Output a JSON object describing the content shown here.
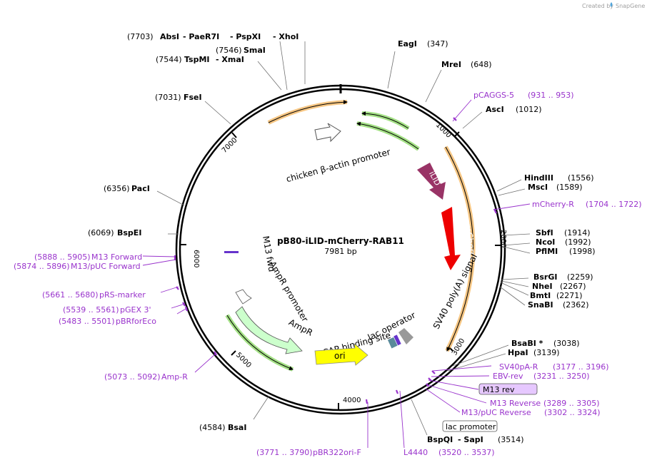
{
  "credit": {
    "prefix": "Created by",
    "brand": "SnapGene"
  },
  "plasmid": {
    "name": "pB80-iLID-mCherry-RAB11",
    "size": "7981 bp"
  },
  "ticks": [
    "1000",
    "2000",
    "3000",
    "4000",
    "5000",
    "6000",
    "7000"
  ],
  "features": {
    "chicken_actin": "chicken β-actin promoter",
    "ilid": "iLID",
    "mcherry": "mCherry",
    "sv40": "SV40 poly(A) signal",
    "lac_operator": "lac operator",
    "cap": "CAP binding site",
    "ori": "ori",
    "ampr": "AmpR",
    "ampr_promoter": "AmpR promoter",
    "m13fwd": "M13 fwd"
  },
  "enzymes": [
    {
      "pos": "(7703)",
      "name": "AbsI",
      "extra": [
        " - PaeR7I",
        " - PspXI",
        " - XhoI"
      ]
    },
    {
      "pos": "(7546)",
      "name": "SmaI"
    },
    {
      "pos": "(7544)",
      "name": "TspMI",
      "extra": [
        " - XmaI"
      ]
    },
    {
      "pos": "(7031)",
      "name": "FseI"
    },
    {
      "pos": "(6356)",
      "name": "PacI"
    },
    {
      "pos": "(6069)",
      "name": "BspEI"
    },
    {
      "pos": "(4584)",
      "name": "BsaI"
    },
    {
      "pos": "(347)",
      "name": "EagI"
    },
    {
      "pos": "(648)",
      "name": "MreI"
    },
    {
      "pos": "(1012)",
      "name": "AscI"
    },
    {
      "pos": "(1556)",
      "name": "HindIII"
    },
    {
      "pos": "(1589)",
      "name": "MscI"
    },
    {
      "pos": "(1914)",
      "name": "SbfI"
    },
    {
      "pos": "(1992)",
      "name": "NcoI"
    },
    {
      "pos": "(1998)",
      "name": "PflMI"
    },
    {
      "pos": "(2259)",
      "name": "BsrGI"
    },
    {
      "pos": "(2267)",
      "name": "NheI"
    },
    {
      "pos": "(2271)",
      "name": "BmtI"
    },
    {
      "pos": "(2362)",
      "name": "SnaBI"
    },
    {
      "pos": "(3038)",
      "name": "BsaBI *"
    },
    {
      "pos": "(3139)",
      "name": "HpaI"
    },
    {
      "pos": "(3514)",
      "name": "BspQI",
      "extra": [
        " - SapI"
      ]
    }
  ],
  "primers": [
    {
      "name": "pCAGGS-5",
      "range": "(931 .. 953)"
    },
    {
      "name": "mCherry-R",
      "range": "(1704 .. 1722)"
    },
    {
      "name": "SV40pA-R",
      "range": "(3177 .. 3196)"
    },
    {
      "name": "EBV-rev",
      "range": "(3231 .. 3250)"
    },
    {
      "name": "M13 rev",
      "range": ""
    },
    {
      "name": "M13 Reverse",
      "range": "(3289 .. 3305)"
    },
    {
      "name": "M13/pUC Reverse",
      "range": "(3302 .. 3324)"
    },
    {
      "name": "lac promoter",
      "range": ""
    },
    {
      "name": "L4440",
      "range": "(3520 .. 3537)"
    },
    {
      "name": "pBR322ori-F",
      "range": "(3771 .. 3790)"
    },
    {
      "name": "Amp-R",
      "range": "(5073 .. 5092)"
    },
    {
      "name": "pBRforEco",
      "range": "(5483 .. 5501)"
    },
    {
      "name": "pGEX 3'",
      "range": "(5539 .. 5561)"
    },
    {
      "name": "pRS-marker",
      "range": "(5661 .. 5680)"
    },
    {
      "name": "M13/pUC Forward",
      "range": "(5874 .. 5896)"
    },
    {
      "name": "M13 Forward",
      "range": "(5888 .. 5905)"
    }
  ],
  "colors": {
    "backbone": "#000000",
    "orange_feature": "#f0a030",
    "green_feature": "#66cc33",
    "ilid": "#993366",
    "mcherry": "#ee0000",
    "ori": "#ffff00",
    "ampr": "#ccffcc",
    "primer": "#9933cc"
  }
}
